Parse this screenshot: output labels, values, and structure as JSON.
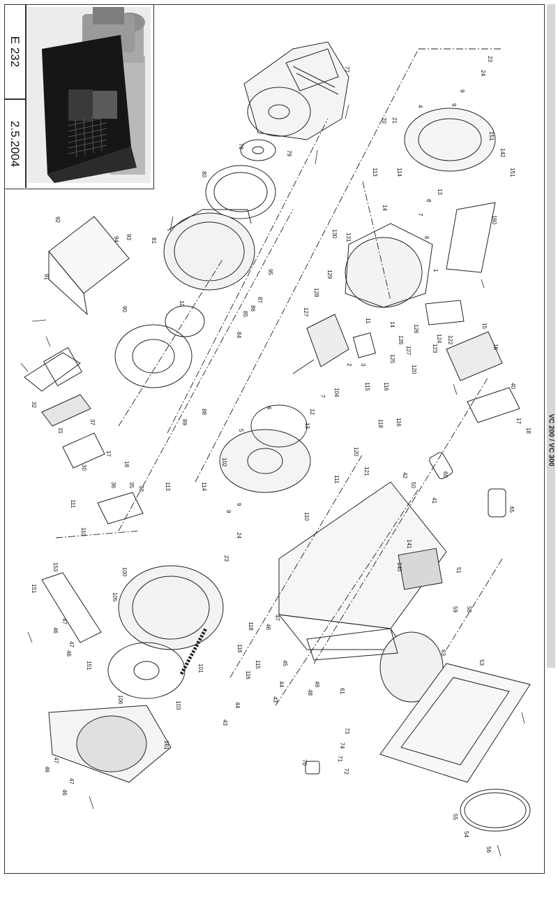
{
  "title_block": {
    "doc_code": "E 232",
    "date": "2.5.2004"
  },
  "model_label": "VC 200 / VC 300",
  "part_numbers": [
    {
      "id": "p1",
      "text": "77"
    },
    {
      "id": "p2",
      "text": "23"
    },
    {
      "id": "p3",
      "text": "24"
    },
    {
      "id": "p4",
      "text": "9"
    },
    {
      "id": "p5",
      "text": "9"
    },
    {
      "id": "p6",
      "text": "4"
    },
    {
      "id": "p7",
      "text": "20"
    },
    {
      "id": "p8",
      "text": "21"
    },
    {
      "id": "p9",
      "text": "151"
    },
    {
      "id": "p10",
      "text": "142"
    },
    {
      "id": "p11",
      "text": "151"
    },
    {
      "id": "p12",
      "text": "113"
    },
    {
      "id": "p13",
      "text": "114"
    },
    {
      "id": "p14",
      "text": "13"
    },
    {
      "id": "p15",
      "text": "8"
    },
    {
      "id": "p16",
      "text": "7"
    },
    {
      "id": "p17",
      "text": "14"
    },
    {
      "id": "p18",
      "text": "6"
    },
    {
      "id": "p19",
      "text": "160"
    },
    {
      "id": "p20",
      "text": "78"
    },
    {
      "id": "p21",
      "text": "79"
    },
    {
      "id": "p22",
      "text": "80"
    },
    {
      "id": "p23",
      "text": "92"
    },
    {
      "id": "p24",
      "text": "94"
    },
    {
      "id": "p25",
      "text": "93"
    },
    {
      "id": "p26",
      "text": "81"
    },
    {
      "id": "p27",
      "text": "95"
    },
    {
      "id": "p28",
      "text": "130"
    },
    {
      "id": "p29",
      "text": "131"
    },
    {
      "id": "p30",
      "text": "129"
    },
    {
      "id": "p31",
      "text": "128"
    },
    {
      "id": "p32",
      "text": "127"
    },
    {
      "id": "p33",
      "text": "1"
    },
    {
      "id": "p34",
      "text": "91"
    },
    {
      "id": "p35",
      "text": "10"
    },
    {
      "id": "p36",
      "text": "87"
    },
    {
      "id": "p37",
      "text": "86"
    },
    {
      "id": "p38",
      "text": "85"
    },
    {
      "id": "p39",
      "text": "84"
    },
    {
      "id": "p40",
      "text": "90"
    },
    {
      "id": "p41",
      "text": "11"
    },
    {
      "id": "p42",
      "text": "14"
    },
    {
      "id": "p43",
      "text": "126"
    },
    {
      "id": "p44",
      "text": "124"
    },
    {
      "id": "p45",
      "text": "122"
    },
    {
      "id": "p46",
      "text": "15"
    },
    {
      "id": "p47",
      "text": "126"
    },
    {
      "id": "p48",
      "text": "127"
    },
    {
      "id": "p49",
      "text": "123"
    },
    {
      "id": "p50",
      "text": "120"
    },
    {
      "id": "p51",
      "text": "125"
    },
    {
      "id": "p52",
      "text": "2"
    },
    {
      "id": "p53",
      "text": "3"
    },
    {
      "id": "p54",
      "text": "16"
    },
    {
      "id": "p55",
      "text": "32"
    },
    {
      "id": "p56",
      "text": "104"
    },
    {
      "id": "p57",
      "text": "115"
    },
    {
      "id": "p58",
      "text": "116"
    },
    {
      "id": "p59",
      "text": "7"
    },
    {
      "id": "p60",
      "text": "12"
    },
    {
      "id": "p61",
      "text": "13"
    },
    {
      "id": "p62",
      "text": "6"
    },
    {
      "id": "p63",
      "text": "88"
    },
    {
      "id": "p64",
      "text": "89"
    },
    {
      "id": "p65",
      "text": "118"
    },
    {
      "id": "p66",
      "text": "116"
    },
    {
      "id": "p67",
      "text": "40"
    },
    {
      "id": "p68",
      "text": "31"
    },
    {
      "id": "p69",
      "text": "37"
    },
    {
      "id": "p70",
      "text": "5"
    },
    {
      "id": "p71",
      "text": "17"
    },
    {
      "id": "p72",
      "text": "18"
    },
    {
      "id": "p73",
      "text": "30"
    },
    {
      "id": "p74",
      "text": "17"
    },
    {
      "id": "p75",
      "text": "18"
    },
    {
      "id": "p76",
      "text": "36"
    },
    {
      "id": "p77",
      "text": "35"
    },
    {
      "id": "p78",
      "text": "102"
    },
    {
      "id": "p79",
      "text": "120"
    },
    {
      "id": "p80",
      "text": "121"
    },
    {
      "id": "p81",
      "text": "42"
    },
    {
      "id": "p82",
      "text": "50"
    },
    {
      "id": "p83",
      "text": "60"
    },
    {
      "id": "p84",
      "text": "33"
    },
    {
      "id": "p85",
      "text": "113"
    },
    {
      "id": "p86",
      "text": "114"
    },
    {
      "id": "p87",
      "text": "111"
    },
    {
      "id": "p88",
      "text": "111"
    },
    {
      "id": "p89",
      "text": "110"
    },
    {
      "id": "p90",
      "text": "110"
    },
    {
      "id": "p91",
      "text": "41"
    },
    {
      "id": "p92",
      "text": "9"
    },
    {
      "id": "p93",
      "text": "9"
    },
    {
      "id": "p94",
      "text": "24"
    },
    {
      "id": "p95",
      "text": "23"
    },
    {
      "id": "p96",
      "text": "65"
    },
    {
      "id": "p97",
      "text": "141"
    },
    {
      "id": "p98",
      "text": "153"
    },
    {
      "id": "p99",
      "text": "151"
    },
    {
      "id": "p100",
      "text": "100"
    },
    {
      "id": "p101",
      "text": "105"
    },
    {
      "id": "p102",
      "text": "140"
    },
    {
      "id": "p103",
      "text": "51"
    },
    {
      "id": "p104",
      "text": "47"
    },
    {
      "id": "p105",
      "text": "46"
    },
    {
      "id": "p106",
      "text": "47"
    },
    {
      "id": "p107",
      "text": "46"
    },
    {
      "id": "p108",
      "text": "151"
    },
    {
      "id": "p109",
      "text": "118"
    },
    {
      "id": "p110",
      "text": "116"
    },
    {
      "id": "p111",
      "text": "47"
    },
    {
      "id": "p112",
      "text": "46"
    },
    {
      "id": "p113",
      "text": "59"
    },
    {
      "id": "p114",
      "text": "58"
    },
    {
      "id": "p115",
      "text": "115"
    },
    {
      "id": "p116",
      "text": "116"
    },
    {
      "id": "p117",
      "text": "45"
    },
    {
      "id": "p118",
      "text": "63"
    },
    {
      "id": "p119",
      "text": "53"
    },
    {
      "id": "p120",
      "text": "101"
    },
    {
      "id": "p121",
      "text": "49"
    },
    {
      "id": "p122",
      "text": "48"
    },
    {
      "id": "p123",
      "text": "61"
    },
    {
      "id": "p124",
      "text": "44"
    },
    {
      "id": "p125",
      "text": "43"
    },
    {
      "id": "p126",
      "text": "106"
    },
    {
      "id": "p127",
      "text": "103"
    },
    {
      "id": "p128",
      "text": "44"
    },
    {
      "id": "p129",
      "text": "43"
    },
    {
      "id": "p130",
      "text": "73"
    },
    {
      "id": "p131",
      "text": "161"
    },
    {
      "id": "p132",
      "text": "74"
    },
    {
      "id": "p133",
      "text": "71"
    },
    {
      "id": "p134",
      "text": "70"
    },
    {
      "id": "p135",
      "text": "72"
    },
    {
      "id": "p136",
      "text": "47"
    },
    {
      "id": "p137",
      "text": "46"
    },
    {
      "id": "p138",
      "text": "47"
    },
    {
      "id": "p139",
      "text": "46"
    },
    {
      "id": "p140",
      "text": "55"
    },
    {
      "id": "p141",
      "text": "54"
    },
    {
      "id": "p142",
      "text": "56"
    }
  ]
}
